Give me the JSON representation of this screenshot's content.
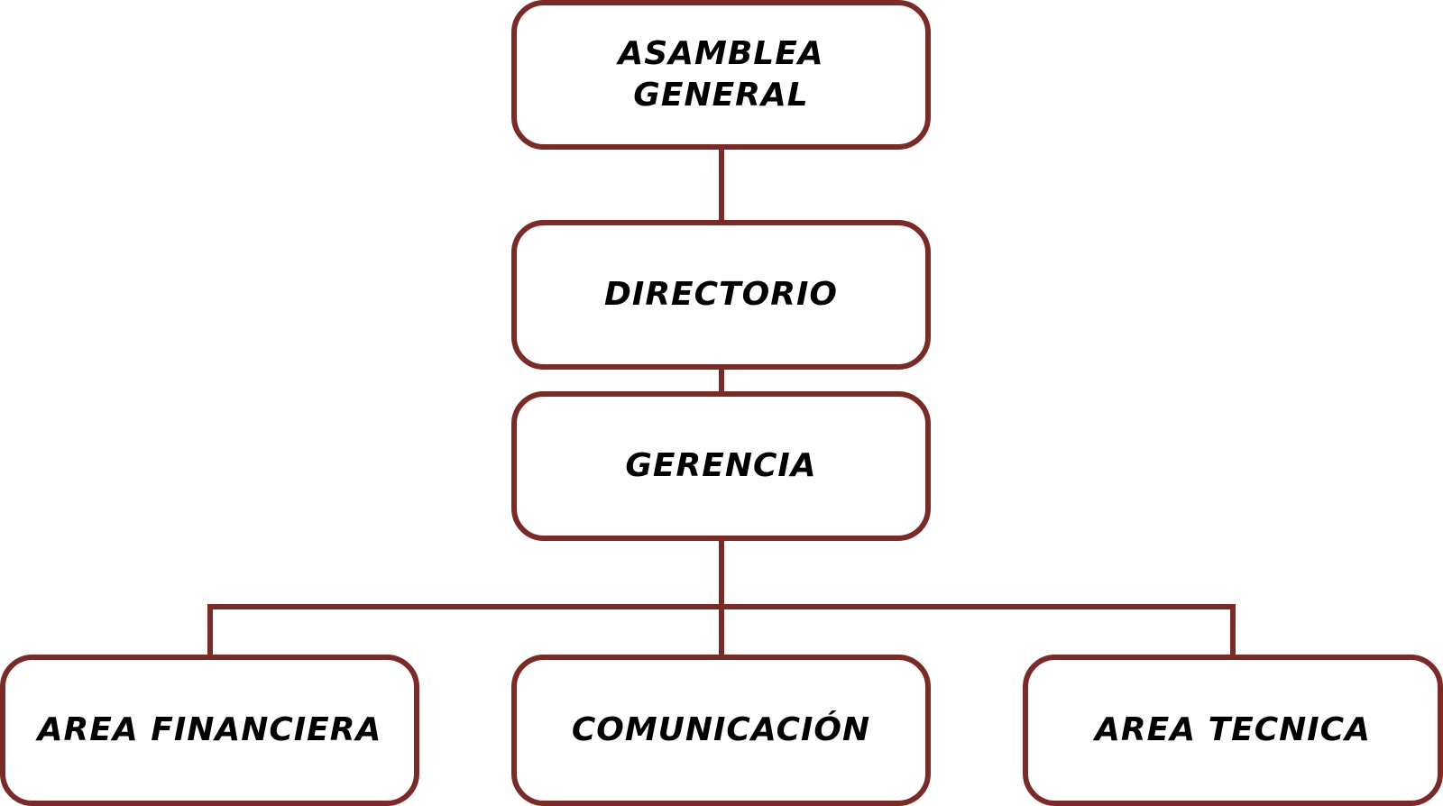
{
  "colors": {
    "border": "#7a2b28",
    "text": "#000000",
    "background": "#ffffff"
  },
  "nodes": {
    "asamblea": "ASAMBLEA\nGENERAL",
    "directorio": "DIRECTORIO",
    "gerencia": "GERENCIA",
    "area_financiera": "AREA FINANCIERA",
    "comunicacion": "COMUNICACIÓN",
    "area_tecnica": "AREA TECNICA"
  }
}
